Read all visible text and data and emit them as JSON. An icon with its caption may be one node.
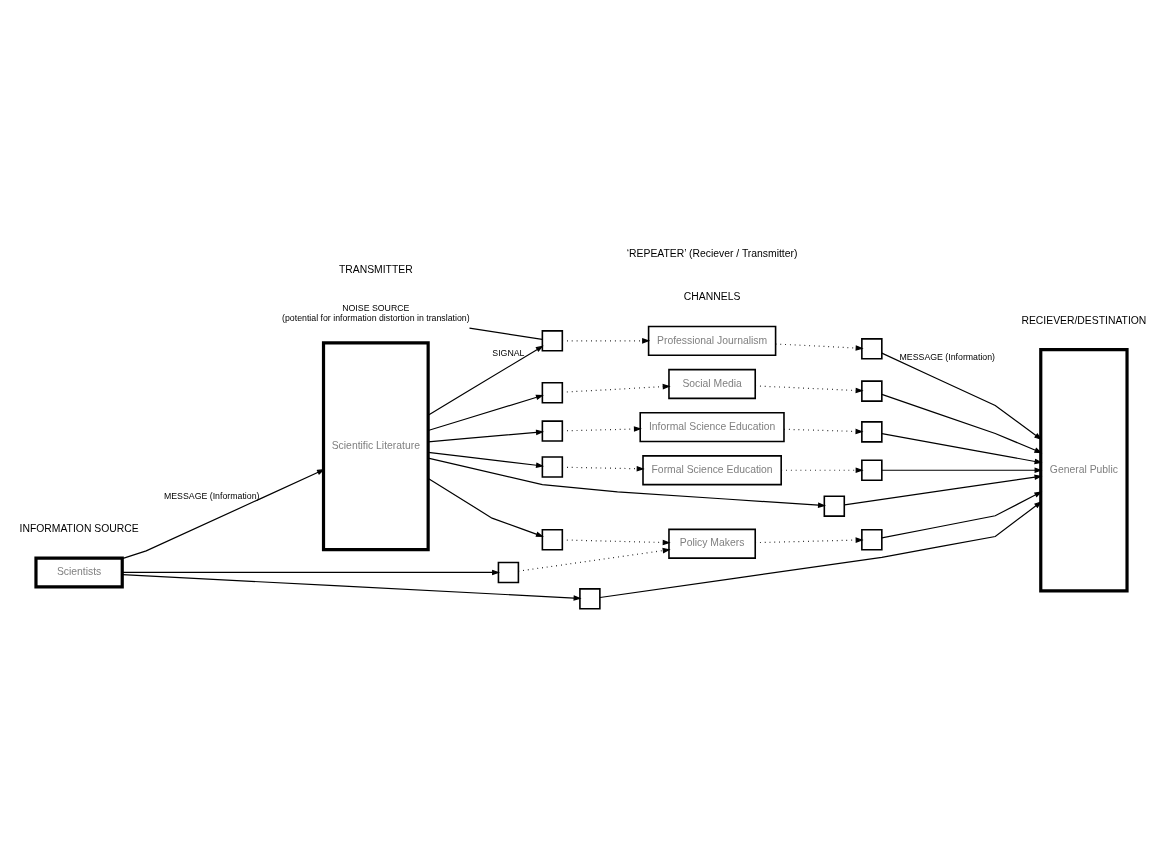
{
  "diagram": {
    "nodes": [
      {
        "text": [
          "Scientists"
        ]
      },
      {
        "text": [
          "Scientific Literature"
        ]
      },
      {
        "text": [
          "Professional Journalism"
        ]
      },
      {
        "text": [
          "Social Media"
        ]
      },
      {
        "text": [
          "Informal Science Education"
        ]
      },
      {
        "text": [
          "Formal Science Education"
        ]
      },
      {
        "text": [
          "Policy Makers"
        ]
      },
      {
        "text": [
          "General Public"
        ]
      },
      {
        "text": [],
        "shape": "box"
      },
      {
        "text": [],
        "shape": "box"
      },
      {
        "text": [],
        "shape": "box"
      },
      {
        "text": [],
        "shape": "box"
      },
      {
        "text": [],
        "shape": "box"
      },
      {
        "text": [],
        "shape": "box"
      },
      {
        "text": [],
        "shape": "box"
      },
      {
        "text": [],
        "shape": "box"
      },
      {
        "text": [],
        "shape": "box"
      },
      {
        "text": [],
        "shape": "box"
      },
      {
        "text": [],
        "shape": "box"
      },
      {
        "text": [],
        "shape": "box"
      },
      {
        "text": [],
        "shape": "box"
      },
      {
        "text": [
          "NOISE SOURCE (potential for information distortion in translation)"
        ]
      }
    ],
    "edges": [
      {
        "from": 0,
        "to": 1,
        "arrow": "to",
        "label": "MESSAGE (Information)"
      },
      {
        "from": 1,
        "to": 8,
        "arrow": "to",
        "label": "SIGNAL"
      },
      {
        "from": 8,
        "to": 2,
        "arrow": "to",
        "style": "dashed"
      },
      {
        "from": 2,
        "to": 14,
        "arrow": "to",
        "style": "dashed"
      },
      {
        "from": 14,
        "to": 7,
        "arrow": "to",
        "label": "MESSAGE (Information)"
      },
      {
        "from": 1,
        "to": 9,
        "arrow": "to"
      },
      {
        "from": 9,
        "to": 3,
        "arrow": "to",
        "style": "dashed"
      },
      {
        "from": 3,
        "to": 15,
        "arrow": "to",
        "style": "dashed"
      },
      {
        "from": 15,
        "to": 7,
        "arrow": "to"
      },
      {
        "from": 1,
        "to": 10,
        "arrow": "to"
      },
      {
        "from": 10,
        "to": 4,
        "arrow": "to",
        "style": "dashed"
      },
      {
        "from": 4,
        "to": 16,
        "arrow": "to",
        "style": "dashed"
      },
      {
        "from": 16,
        "to": 7,
        "arrow": "to"
      },
      {
        "from": 1,
        "to": 11,
        "arrow": "to"
      },
      {
        "from": 11,
        "to": 5,
        "arrow": "to",
        "style": "dashed"
      },
      {
        "from": 5,
        "to": 17,
        "arrow": "to",
        "style": "dashed"
      },
      {
        "from": 17,
        "to": 7,
        "arrow": "to"
      },
      {
        "from": 1,
        "to": 18,
        "arrow": "to"
      },
      {
        "from": 18,
        "to": 7,
        "arrow": "to"
      },
      {
        "from": 1,
        "to": 12,
        "arrow": "to"
      },
      {
        "from": 12,
        "to": 6,
        "arrow": "to",
        "style": "dashed"
      },
      {
        "from": 6,
        "to": 19,
        "arrow": "to",
        "style": "dashed"
      },
      {
        "from": 19,
        "to": 7,
        "arrow": "to"
      },
      {
        "from": 0,
        "to": 13,
        "arrow": "to"
      },
      {
        "from": 13,
        "to": 6,
        "arrow": "to",
        "style": "dashed"
      },
      {
        "from": 0,
        "to": 20,
        "arrow": "to"
      },
      {
        "from": 20,
        "to": 7,
        "arrow": "to"
      },
      {
        "from": 21,
        "to": 8,
        "arrow": "none"
      }
    ],
    "labels": [
      "TRANSMITTER",
      "CHANNELS",
      "RECIEVER/DESTINATION",
      "‘REPEATER’ (Reciever / Transmitter)",
      "INFORMATION SOURCE"
    ]
  }
}
